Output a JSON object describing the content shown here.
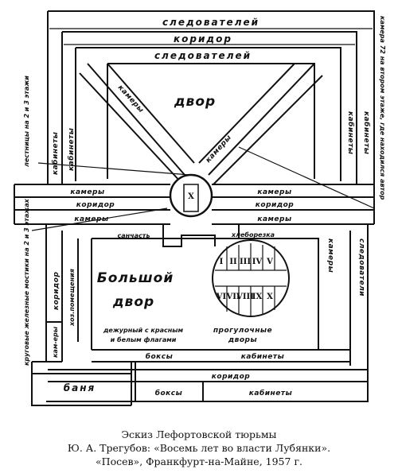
{
  "labels": {
    "top_sled1": "следователей",
    "top_corr": "коридор",
    "top_sled2": "следователей",
    "yard": "двор",
    "cab_left_l": "кабинеты",
    "cab_left_r": "кабинеты",
    "cab_right_l": "кабинеты",
    "cab_right_r": "кабинеты",
    "diag_left": "камеры",
    "diag_right": "камеры",
    "cam_left_top": "камеры",
    "cam_right_top": "камеры",
    "corr_left_mid": "коридор",
    "corr_right_mid": "коридор",
    "cam_left_bot": "камеры",
    "cam_right_bot": "камеры",
    "sanchast": "санчасть",
    "hleborezka": "хлеборезка",
    "corr_bottom_left": "коридор",
    "hoz_pomeshch": "хоз.помещения",
    "big_yard_1": "Большой",
    "big_yard_2": "двор",
    "duty_1": "дежурный с красным",
    "duty_2": "и белым флагами",
    "walk_1": "прогулочные",
    "walk_2": "дворы",
    "center": "X",
    "roman_top": [
      "I",
      "II",
      "III",
      "IV",
      "V"
    ],
    "roman_bot": [
      "VI",
      "VII",
      "VIII",
      "IX",
      "X"
    ],
    "cam_right_v": "камеры",
    "sled_right_v": "следователи",
    "vert_left_stairs": "лестницы на 2 и 3 этажи",
    "vert_right_cam72": "камера 72 на втором этаже, где находился автор",
    "vert_left_bridges": "круговые железные мостики на 2 и 3 этажах",
    "cam_v_small": "кам-еры",
    "boxes_top": "боксы",
    "cab_bot_top": "кабинеты",
    "corr_bottom": "коридор",
    "banya": "баня",
    "boxes_bot": "боксы",
    "cab_bot": "кабинеты"
  },
  "caption": {
    "line1": "Эскиз Лефортовской тюрьмы",
    "line2": "Ю. А. Трегубов: «Восемь лет во власти Лубянки».",
    "line3": "«Посев», Франкфурт-на-Майне, 1957 г."
  }
}
